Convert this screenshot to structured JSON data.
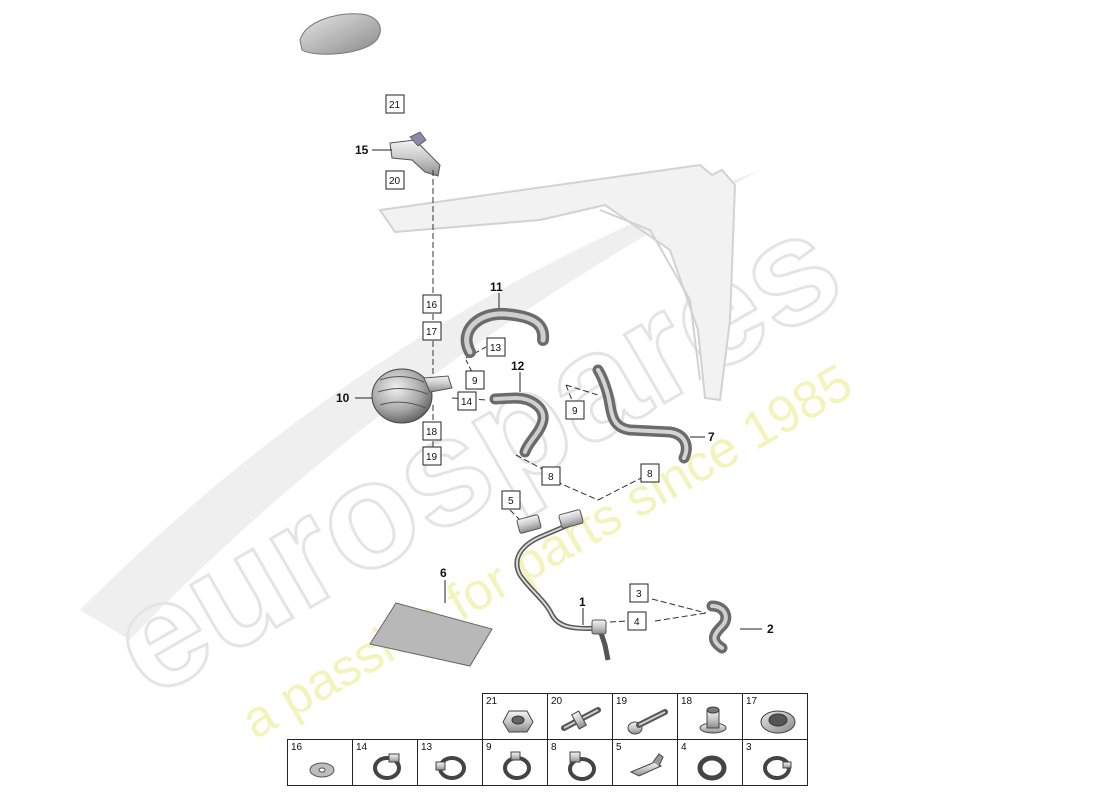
{
  "watermark": {
    "brand": "eurospares",
    "tagline": "a passion for parts since 1985"
  },
  "callouts": {
    "c1": "1",
    "c2": "2",
    "c6": "6",
    "c7": "7",
    "c10": "10",
    "c11": "11",
    "c12": "12",
    "c15": "15"
  },
  "boxes": {
    "b21": "21",
    "b20": "20",
    "b16": "16",
    "b17": "17",
    "b13": "13",
    "b9a": "9",
    "b14": "14",
    "b18": "18",
    "b19": "19",
    "b9b": "9",
    "b8a": "8",
    "b8b": "8",
    "b5": "5",
    "b3": "3",
    "b4": "4"
  },
  "ref_table": {
    "top_row": [
      {
        "num": "21",
        "icon": "nut-icon"
      },
      {
        "num": "20",
        "icon": "stud-bolt-icon"
      },
      {
        "num": "19",
        "icon": "screw-icon"
      },
      {
        "num": "18",
        "icon": "spacer-icon"
      },
      {
        "num": "17",
        "icon": "grommet-icon"
      }
    ],
    "bottom_row": [
      {
        "num": "16",
        "icon": "washer-icon"
      },
      {
        "num": "14",
        "icon": "hose-clamp-icon"
      },
      {
        "num": "13",
        "icon": "hose-clamp-icon"
      },
      {
        "num": "9",
        "icon": "hose-clamp-icon"
      },
      {
        "num": "8",
        "icon": "hose-clamp-icon"
      },
      {
        "num": "5",
        "icon": "clip-icon"
      },
      {
        "num": "4",
        "icon": "hose-clamp-icon"
      },
      {
        "num": "3",
        "icon": "hose-clamp-icon"
      }
    ]
  }
}
